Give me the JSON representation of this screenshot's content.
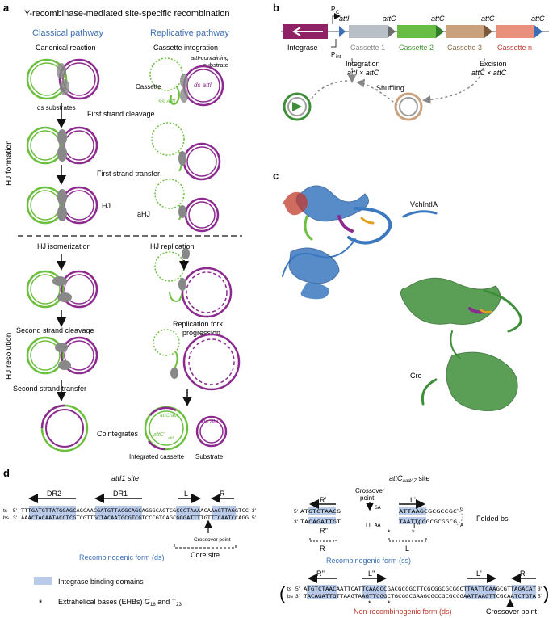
{
  "colors": {
    "green": "#6cbf3f",
    "purple": "#8c2a8f",
    "blue_text": "#3a6fb5",
    "red_text": "#c0392b",
    "binding_box": "#b9cbe8",
    "protein_blue": "#3b78c0",
    "protein_green": "#3f8f3a",
    "integrase": "#8f2265",
    "cassette1": "#b9bfc7",
    "cassette2": "#69bd45",
    "cassette3": "#c9a27d",
    "cassetteN": "#e9907d"
  },
  "panel_a": {
    "letter": "a",
    "title": "Y-recombinase-mediated site-specific recombination",
    "classical": "Classical pathway",
    "replicative": "Replicative pathway",
    "canonical": "Canonical reaction",
    "cassette_integration": "Cassette integration",
    "attI_substrate_1": "attI-containing",
    "attI_substrate_2": "substrate",
    "cassette": "Cassette",
    "ds_attI": "ds attI",
    "ss_attC": "ss attC",
    "ds_substrates": "ds substrates",
    "first_cleavage": "First strand cleavage",
    "first_transfer": "First strand transfer",
    "hj": "HJ",
    "ahj": "aHJ",
    "hj_formation": "HJ formation",
    "hj_isomerization": "HJ isomerization",
    "hj_replication": "HJ replication",
    "second_cleavage": "Second strand cleavage",
    "fork_1": "Replication fork",
    "fork_2": "progression",
    "second_transfer": "Second strand transfer",
    "hj_resolution": "HJ resolution",
    "cointegrates": "Cointegrates",
    "attC_attI": "attC/attI",
    "attC_prime": "attC'",
    "attC_prime_sub": "attI",
    "ds_attI_2": "ds attI",
    "integrated_cassette": "Integrated cassette",
    "substrate": "Substrate"
  },
  "panel_b": {
    "letter": "b",
    "pc": "P",
    "pc_sub": "C",
    "pint": "P",
    "pint_sub": "int",
    "attI": "attI",
    "attC_1": "attC",
    "attC_2": "attC",
    "attC_3": "attC",
    "attC_4": "attC",
    "integrase": "Integrase",
    "cassette1": "Cassette 1",
    "cassette2": "Cassette 2",
    "cassette3": "Cassette 3",
    "cassetteN": "Cassette n",
    "integration": "Integration",
    "integration_formula": "attI × attC",
    "excision": "Excision",
    "excision_formula": "attC × attC",
    "shuffling": "Shuffling"
  },
  "panel_c": {
    "letter": "c",
    "vch": "VchIntIA",
    "cre": "Cre"
  },
  "panel_d": {
    "letter": "d",
    "attI1_title": "attI1 site",
    "attC_title": "attC",
    "attC_title_sub": "aadA7",
    "attC_title_suffix": "site",
    "dr2": "DR2",
    "dr1": "DR1",
    "L": "L",
    "R": "R",
    "ts": "ts",
    "bs": "bs",
    "five": "5'",
    "three": "3'",
    "seq_ts": "TTTGATGTTATGGAGCAGCAACGATGTTACGCAGCAGGGCAGTCGCCCTAAAACAAAGTTAGGTCC",
    "seq_bs": "AAACTACAATACCTCGTCGTTGCTACAATGCGTCGTCCCGTCAGCGGGATTTTGTTTCAATCCAGG",
    "crossover": "Crossover point",
    "core_site": "Core site",
    "recomb_ds": "Recombinogenic form (ds)",
    "legend_binding": "Integrase binding domains",
    "legend_ehb": "Extrahelical bases (EHBs) G",
    "legend_ehb_g": "16",
    "legend_ehb_and": "and T",
    "legend_ehb_t": "23",
    "star": "*",
    "crossover_1": "Crossover",
    "crossover_2": "point",
    "Rp": "R'",
    "Lp": "L'",
    "Rpp": "R''",
    "Lpp": "L''",
    "fold_ts_left": "ATGTCTAACG",
    "fold_ts_mid": "C GA",
    "fold_ts_right": "ATTAAGCGCGCCGC",
    "fold_bs_left": "TACAGATTGT",
    "fold_bs_mid": "TT AA",
    "fold_bs_right": "TAATTCGGCGCGGCG",
    "fold_loop_g": "G",
    "fold_loop_a": "A",
    "folded_bs": "Folded bs",
    "recomb_ss": "Recombinogenic form (ss)",
    "nr_ts": "ATGTCTAACAATTCATTCAAGCCGACGCCGCTTCGCGGCGCGGCTTAATTCAAGCGTTAGACAT",
    "nr_bs": "TACAGATTGTTAAGTAAGTTCGGCTGCGGCGAAGCGCCGCGCCGAATTAAGTTCGCAATCTGTA",
    "non_recomb": "Non-recombinogenic form (ds)",
    "crossover_point": "Crossover point"
  }
}
